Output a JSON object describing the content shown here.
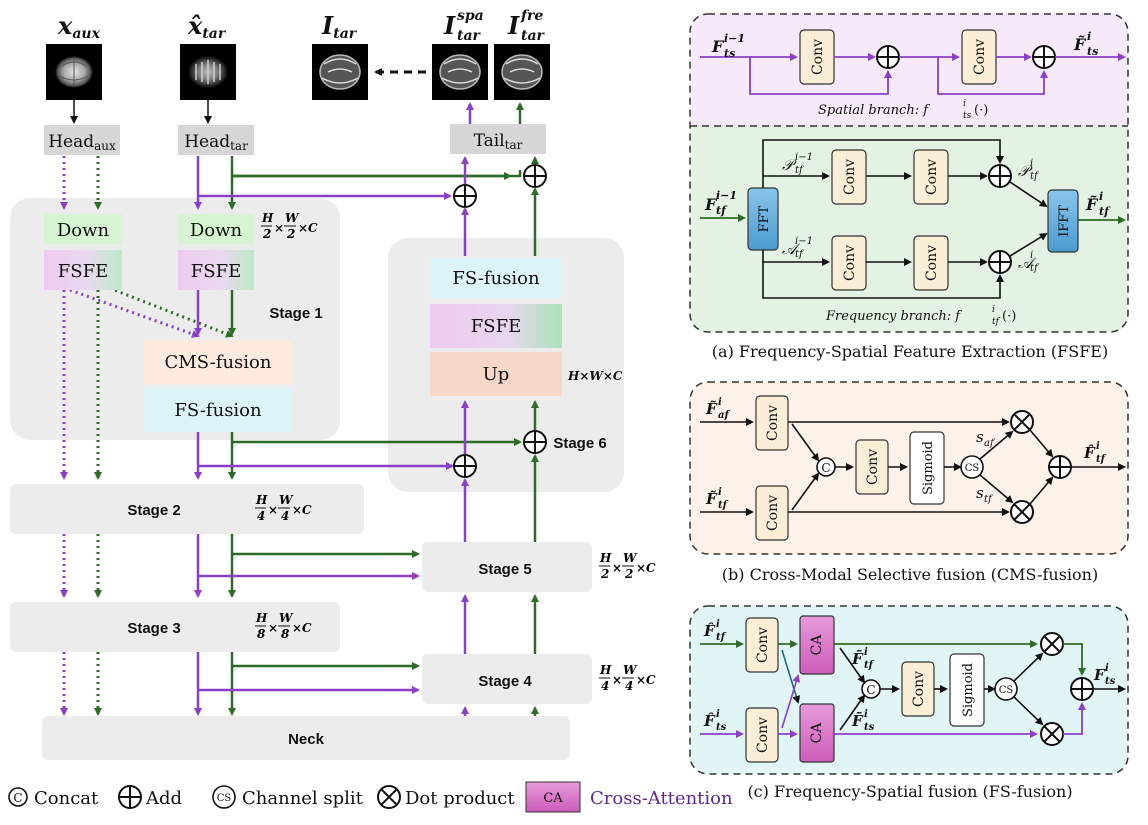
{
  "inputs": {
    "x_aux": "x",
    "x_aux_sub": "aux",
    "x_tar": "x̂",
    "x_tar_sub": "tar",
    "I_tar": "I",
    "I_tar_sub": "tar",
    "I_spa": "I",
    "I_spa_sup": "spa",
    "I_spa_sub": "tar",
    "I_fre": "I",
    "I_fre_sup": "fre",
    "I_fre_sub": "tar"
  },
  "heads": {
    "head_aux": "Head",
    "head_aux_sub": "aux",
    "head_tar": "Head",
    "head_tar_sub": "tar",
    "tail_tar": "Tail",
    "tail_tar_sub": "tar"
  },
  "blocks": {
    "down": "Down",
    "fsfe": "FSFE",
    "cms_fusion": "CMS-fusion",
    "fs_fusion": "FS-fusion",
    "up": "Up",
    "stage1": "Stage 1",
    "stage2": "Stage 2",
    "stage3": "Stage 3",
    "stage4": "Stage 4",
    "stage5": "Stage 5",
    "stage6": "Stage 6",
    "neck": "Neck"
  },
  "dims": {
    "d1": [
      "H",
      "2",
      "W",
      "2",
      "×C"
    ],
    "d2": [
      "H",
      "4",
      "W",
      "4",
      "×C"
    ],
    "d3": [
      "H",
      "8",
      "W",
      "8",
      "×C"
    ],
    "d5": [
      "H",
      "2",
      "W",
      "2",
      "×C"
    ],
    "d4": [
      "H",
      "4",
      "W",
      "4",
      "×C"
    ],
    "d6": "H×W×C"
  },
  "panel_a": {
    "conv": "Conv",
    "fft": "FFT",
    "ifft": "IFFT",
    "in_ts": "F",
    "in_ts_sup": "i−1",
    "in_ts_sub": "ts",
    "out_ts": "F̃",
    "out_ts_sup": "i",
    "out_ts_sub": "ts",
    "in_tf": "F",
    "in_tf_sup": "i−1",
    "in_tf_sub": "tf",
    "out_tf": "F̃",
    "out_tf_sup": "i",
    "out_tf_sub": "tf",
    "p_in": "𝒫",
    "p_in_sup": "i−1",
    "p_in_sub": "tf",
    "a_in": "𝒜",
    "a_in_sup": "i−1",
    "a_in_sub": "tf",
    "p_out": "𝒫",
    "p_out_sup": "i",
    "p_out_sub": "tf",
    "a_out": "𝒜",
    "a_out_sup": "i",
    "a_out_sub": "tf",
    "spatial_label": "Spatial branch: ",
    "spatial_fn": "f",
    "spatial_fn_sup": "i",
    "spatial_fn_sub": "ts",
    "spatial_fn_arg": "(·)",
    "freq_label": "Frequency branch: ",
    "freq_fn": "f",
    "freq_fn_sup": "i",
    "freq_fn_sub": "tf",
    "freq_fn_arg": "(·)",
    "caption": "(a) Frequency-Spatial Feature Extraction (FSFE)"
  },
  "panel_b": {
    "conv": "Conv",
    "sigmoid": "Sigmoid",
    "concat": "C",
    "split": "CS",
    "in_af": "F̃",
    "in_af_sup": "i",
    "in_af_sub": "af",
    "in_tf": "F̃",
    "in_tf_sup": "i",
    "in_tf_sub": "tf",
    "s_af": "s",
    "s_af_sub": "af",
    "s_tf": "s",
    "s_tf_sub": "tf",
    "out": "F̂",
    "out_sup": "i",
    "out_sub": "tf",
    "caption": "(b) Cross-Modal Selective fusion (CMS-fusion)"
  },
  "panel_c": {
    "conv": "Conv",
    "ca": "CA",
    "sigmoid": "Sigmoid",
    "concat": "C",
    "split": "CS",
    "in_tf": "F̂",
    "in_tf_sup": "i",
    "in_tf_sub": "tf",
    "in_ts": "F̂",
    "in_ts_sup": "i",
    "in_ts_sub": "ts",
    "mid_tf": "F̄",
    "mid_tf_sup": "i",
    "mid_tf_sub": "tf",
    "mid_ts": "F̄",
    "mid_ts_sup": "i",
    "mid_ts_sub": "ts",
    "out": "F",
    "out_sup": "i",
    "out_sub": "ts",
    "caption": "(c) Frequency-Spatial fusion (FS-fusion)"
  },
  "legend": {
    "concat_sym": "C",
    "concat": "Concat",
    "add": "Add",
    "split_sym": "CS",
    "split": "Channel split",
    "dot": "Dot product",
    "ca_sym": "CA",
    "ca": "Cross-Attention"
  },
  "colors": {
    "purple": "#8a3fc7",
    "green": "#2e6b26",
    "conv_fill": "#fbeed6",
    "fft_fill": "#6bb3e0",
    "ca_fill": "#d877c9",
    "panel_a_top": "#f6eafa",
    "panel_a_bottom": "#e3f2e3",
    "panel_b": "#fcf2ea",
    "panel_c": "#e1f4f6"
  }
}
